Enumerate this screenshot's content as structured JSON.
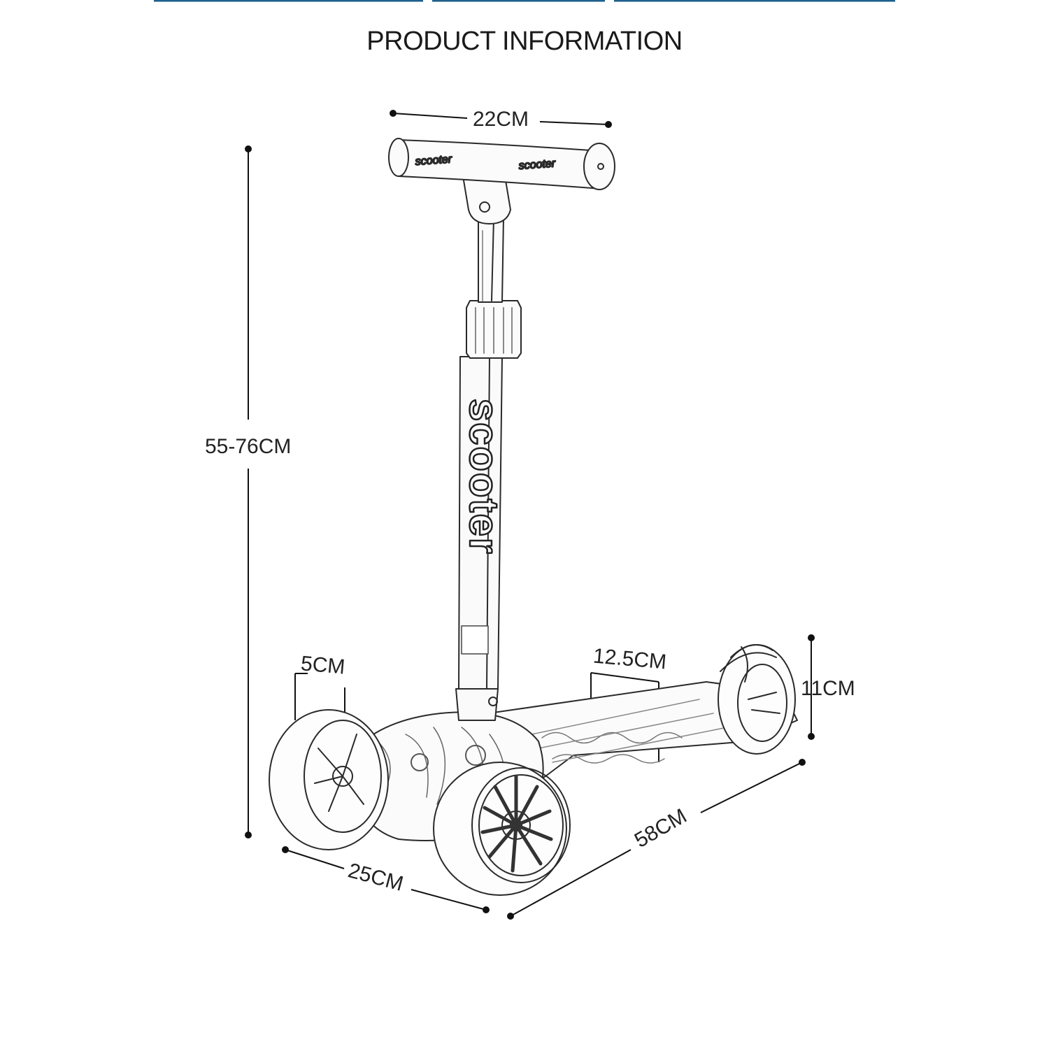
{
  "header": {
    "title": "PRODUCT INFORMATION",
    "accent_color": "#1f5f8b"
  },
  "product": {
    "logo_text": "scooter",
    "handlebar_text": "scooter"
  },
  "dimensions": {
    "handlebar_width": "22CM",
    "height_range": "55-76CM",
    "wheel_width": "5CM",
    "deck_width": "12.5CM",
    "rear_height": "11CM",
    "front_width": "25CM",
    "length": "58CM"
  }
}
